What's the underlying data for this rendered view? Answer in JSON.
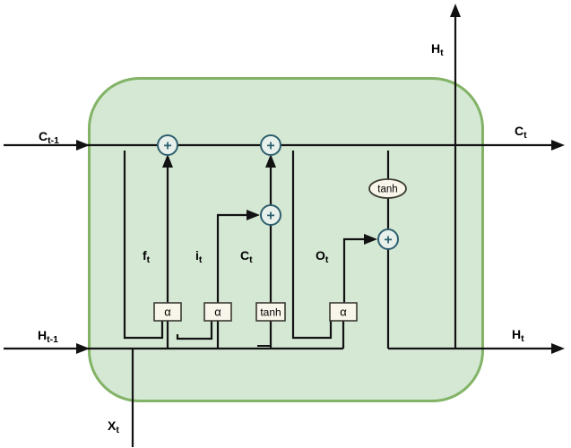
{
  "colors": {
    "canvas_bg": "#ffffff",
    "cell_fill": "#d5e8d4",
    "cell_border": "#82b366",
    "wire": "#121212",
    "op_stroke": "#2e5f6e",
    "op_fill": "#e7f0eb",
    "node_fill": "#f8f5ea",
    "node_border": "#3b3a33",
    "label": "#000000"
  },
  "gates": {
    "forget_box": "α",
    "input_box": "α",
    "candidate_box": "tanh",
    "output_box": "α",
    "output_activation": "tanh"
  },
  "operators": {
    "add": "+"
  },
  "labels": {
    "cell_state_in": {
      "base": "C",
      "sub": "t-1"
    },
    "hidden_state_in": {
      "base": "H",
      "sub": "t-1"
    },
    "input": {
      "base": "X",
      "sub": "t"
    },
    "hidden_state_out_top": {
      "base": "H",
      "sub": "t"
    },
    "cell_state_out": {
      "base": "C",
      "sub": "t"
    },
    "hidden_state_out_right": {
      "base": "H",
      "sub": "t"
    },
    "forget_gate": {
      "base": "f",
      "sub": "t"
    },
    "input_gate": {
      "base": "i",
      "sub": "t"
    },
    "candidate": {
      "base": "C",
      "sub": "t"
    },
    "output_gate": {
      "base": "O",
      "sub": "t"
    }
  }
}
